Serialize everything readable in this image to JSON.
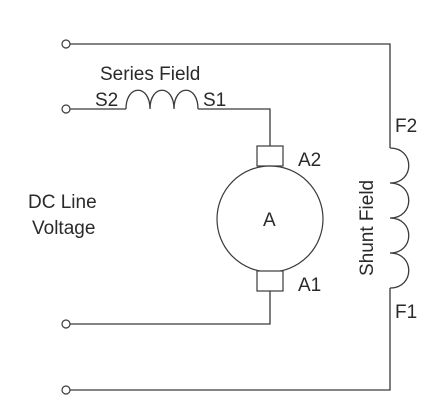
{
  "diagram": {
    "line_voltage_label_line1": "DC Line",
    "line_voltage_label_line2": "Voltage",
    "series_field_label": "Series Field",
    "series_start_label": "S2",
    "series_end_label": "S1",
    "armature_label": "A",
    "armature_top_label": "A2",
    "armature_bottom_label": "A1",
    "shunt_field_label": "Shunt Field",
    "shunt_top_label": "F2",
    "shunt_bottom_label": "F1",
    "colors": {
      "line": "#3a3a3a",
      "text": "#2a2a2a",
      "background": "#ffffff"
    }
  }
}
